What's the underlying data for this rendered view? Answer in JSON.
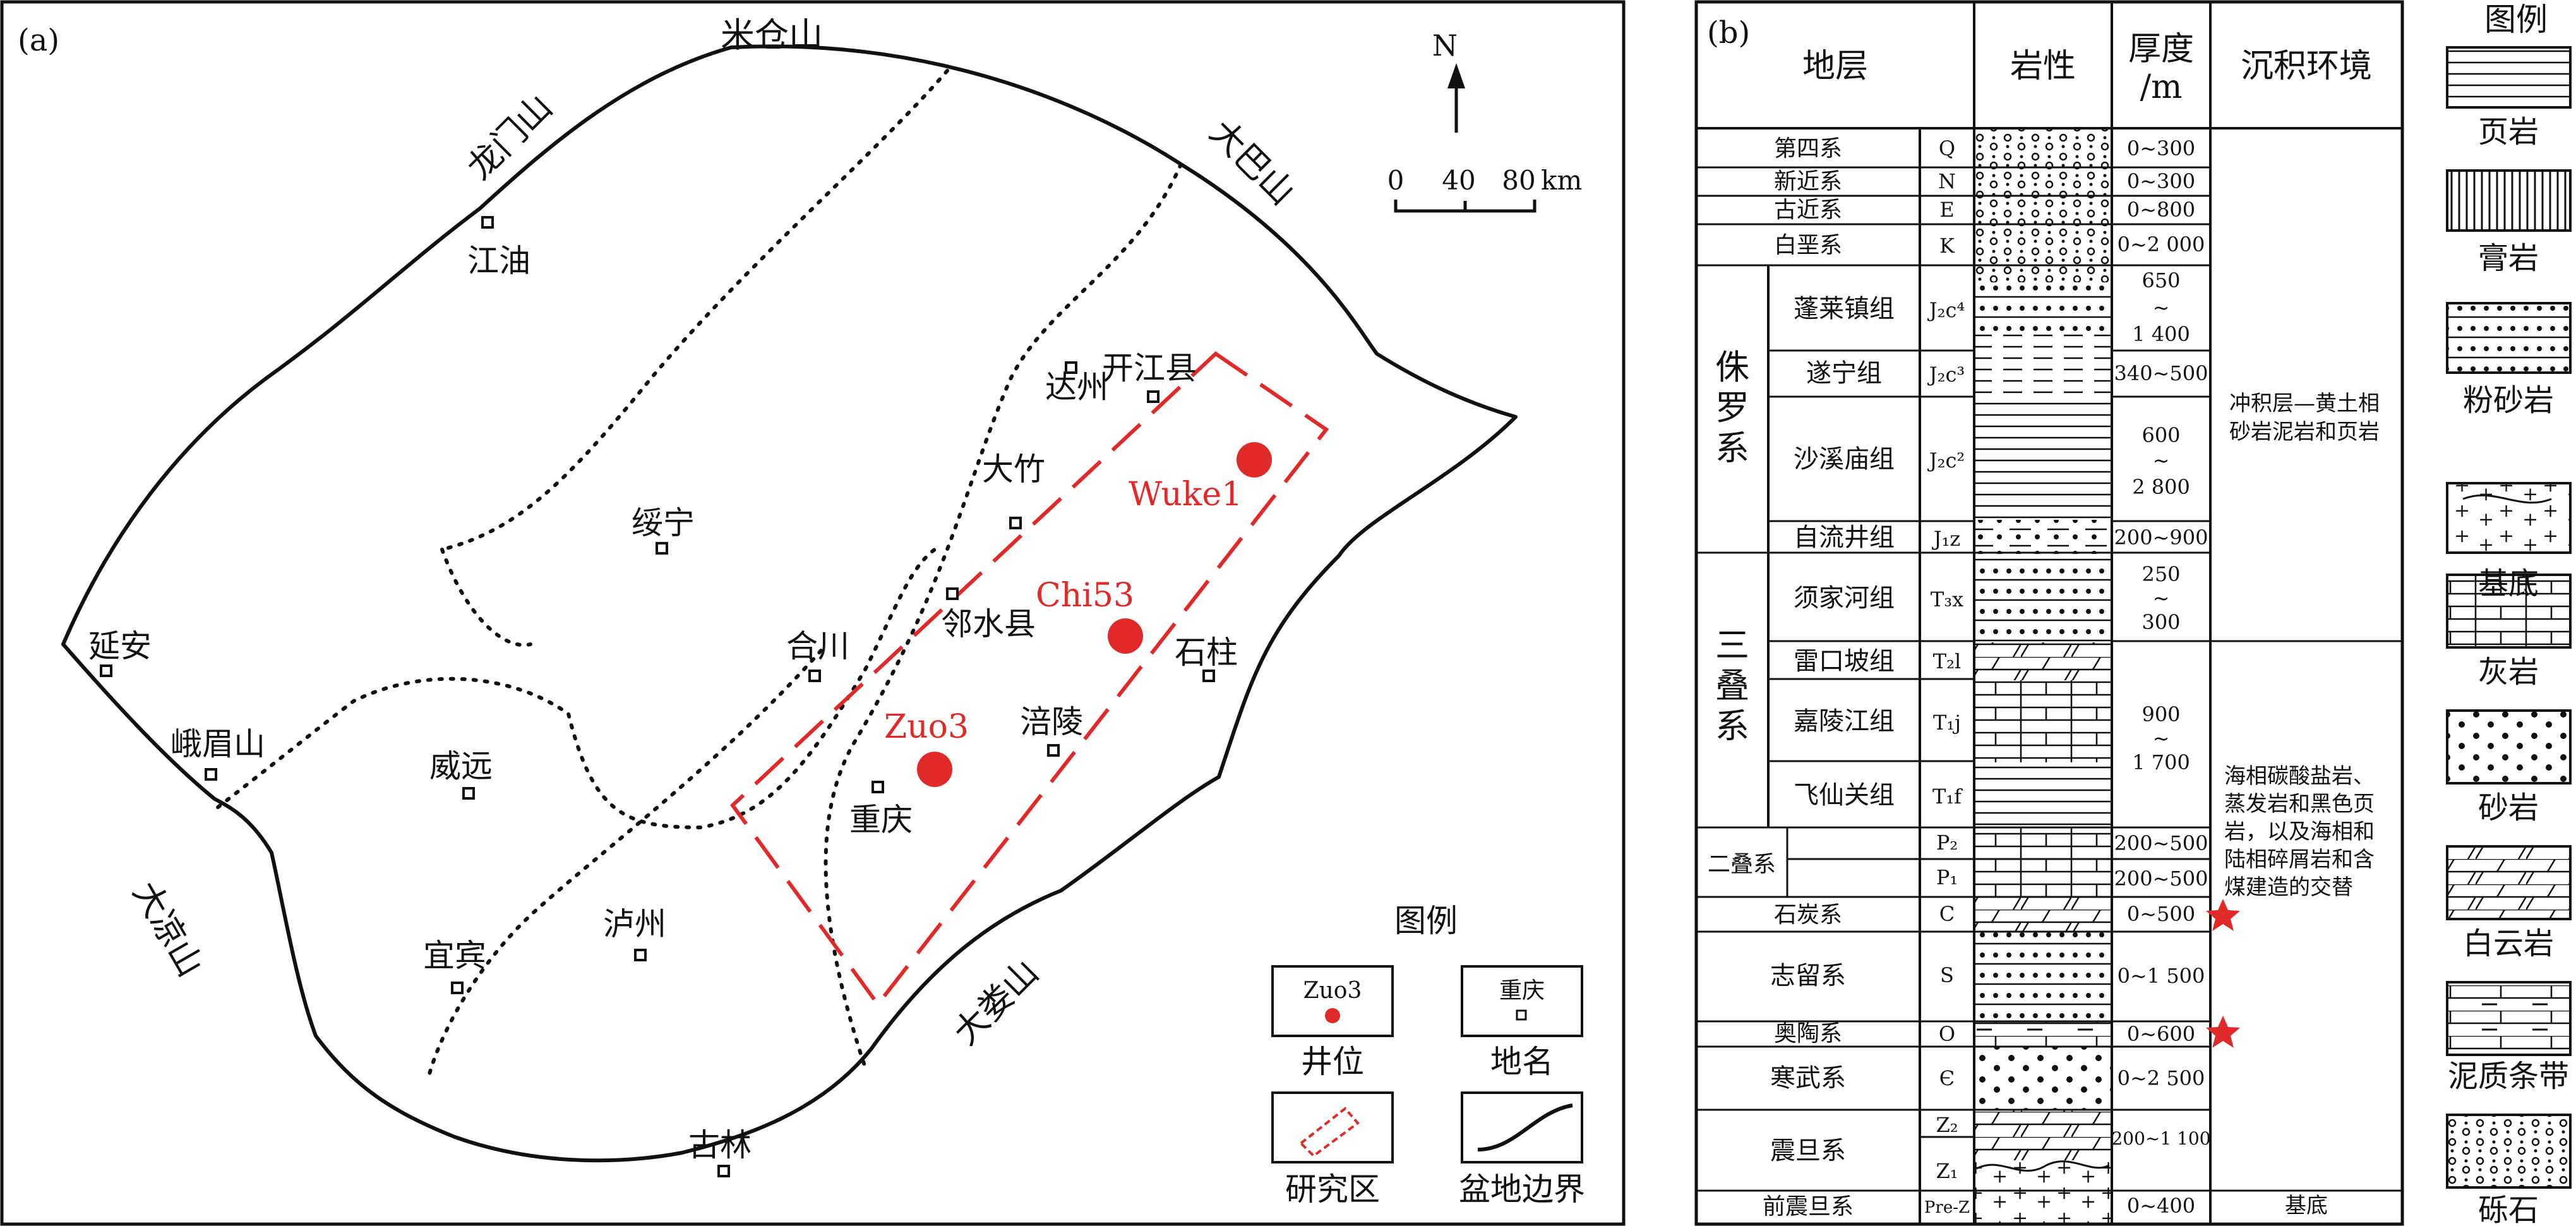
{
  "panel_a": {
    "label": "(a)",
    "north": "N",
    "scale": {
      "t0": "0",
      "t1": "40",
      "t2": "80",
      "unit": "km"
    },
    "mountains": {
      "micang": "米仓山",
      "longmen": "龙门山",
      "daba": "大巴山",
      "daliang": "大凉山",
      "dalou": "大娄山"
    },
    "places": {
      "jiangyou": "江油",
      "dazhou": "达州",
      "kaijiang": "开江县",
      "dazhu": "大竹",
      "suining": "绥宁",
      "linshui": "邻水县",
      "yanan": "延安",
      "hechuan": "合川",
      "shizhu": "石柱",
      "emeishan": "峨眉山",
      "weiyuan": "威远",
      "fuling": "涪陵",
      "chongqing": "重庆",
      "yibin": "宜宾",
      "luzhou": "泸州",
      "gulin": "古林"
    },
    "wells": {
      "wuke1": "Wuke1",
      "chi53": "Chi53",
      "zuo3": "Zuo3"
    },
    "legend": {
      "title": "图例",
      "well_sample": "Zuo3",
      "well_label": "井位",
      "place_sample": "重庆",
      "place_label": "地名",
      "area_label": "研究区",
      "boundary_label": "盆地边界"
    },
    "colors": {
      "well": "#e02a2a",
      "study_area": "#e02a2a"
    }
  },
  "panel_b": {
    "label": "(b)",
    "headers": {
      "strata": "地层",
      "lithology": "岩性",
      "thick1": "厚度",
      "thick2": "/m",
      "env": "沉积环境"
    },
    "systems": {
      "jurassic": "侏罗系",
      "triassic": "三叠系",
      "permian": "二叠系"
    },
    "rows": {
      "q": {
        "name": "第四系",
        "code": "Q",
        "thick": "0~300"
      },
      "n": {
        "name": "新近系",
        "code": "N",
        "thick": "0~300"
      },
      "e": {
        "name": "古近系",
        "code": "E",
        "thick": "0~800"
      },
      "k": {
        "name": "白垩系",
        "code": "K",
        "thick": "0~2 000"
      },
      "j2c4": {
        "name": "蓬莱镇组",
        "code": "J₂c⁴",
        "t1": "650",
        "t2": "~",
        "t3": "1 400"
      },
      "j2c3": {
        "name": "遂宁组",
        "code": "J₂c³",
        "thick": "340~500"
      },
      "j2c2": {
        "name": "沙溪庙组",
        "code": "J₂c²",
        "t1": "600",
        "t2": "~",
        "t3": "2 800"
      },
      "j1z": {
        "name": "自流井组",
        "code": "J₁z",
        "thick": "200~900"
      },
      "t3x": {
        "name": "须家河组",
        "code": "T₃x",
        "t1": "250",
        "t2": "~",
        "t3": "300"
      },
      "t2l": {
        "name": "雷口坡组",
        "code": "T₂l"
      },
      "t1j": {
        "name": "嘉陵江组",
        "code": "T₁j"
      },
      "t1f": {
        "name": "飞仙关组",
        "code": "T₁f"
      },
      "t_thick": {
        "t1": "900",
        "t2": "~",
        "t3": "1 700"
      },
      "p2": {
        "code": "P₂",
        "thick": "200~500"
      },
      "p1": {
        "code": "P₁",
        "thick": "200~500"
      },
      "c": {
        "name": "石炭系",
        "code": "C",
        "thick": "0~500"
      },
      "s": {
        "name": "志留系",
        "code": "S",
        "thick": "0~1 500"
      },
      "o": {
        "name": "奥陶系",
        "code": "O",
        "thick": "0~600"
      },
      "cam": {
        "name": "寒武系",
        "code": "Є",
        "thick": "0~2 500"
      },
      "z": {
        "name": "震旦系",
        "code1": "Z₂",
        "code2": "Z₁",
        "thick": "200~1 100"
      },
      "prez": {
        "name": "前震旦系",
        "code": "Pre-Z",
        "thick": "0~400"
      }
    },
    "env": {
      "upper1": "冲积层—黄土相",
      "upper2": "砂岩泥岩和页岩",
      "mid1": "海相碳酸盐岩、",
      "mid2": "蒸发岩和黑色页",
      "mid3": "岩，以及海相和",
      "mid4": "陆相碎屑岩和含",
      "mid5": "煤建造的交替",
      "base": "基底"
    },
    "legend": {
      "title": "图例",
      "items": [
        "页岩",
        "膏岩",
        "粉砂岩",
        "基底",
        "灰岩",
        "砂岩",
        "白云岩",
        "泥质条带",
        "砾石"
      ]
    },
    "star_color": "#e02a2a"
  }
}
